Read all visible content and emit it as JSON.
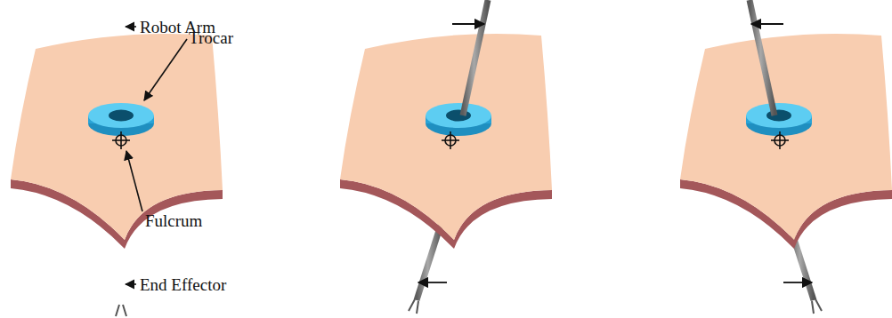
{
  "diagram": {
    "labels": [
      "Robot Arm",
      "Trocar",
      "Fulcrum",
      "End Effector"
    ]
  }
}
